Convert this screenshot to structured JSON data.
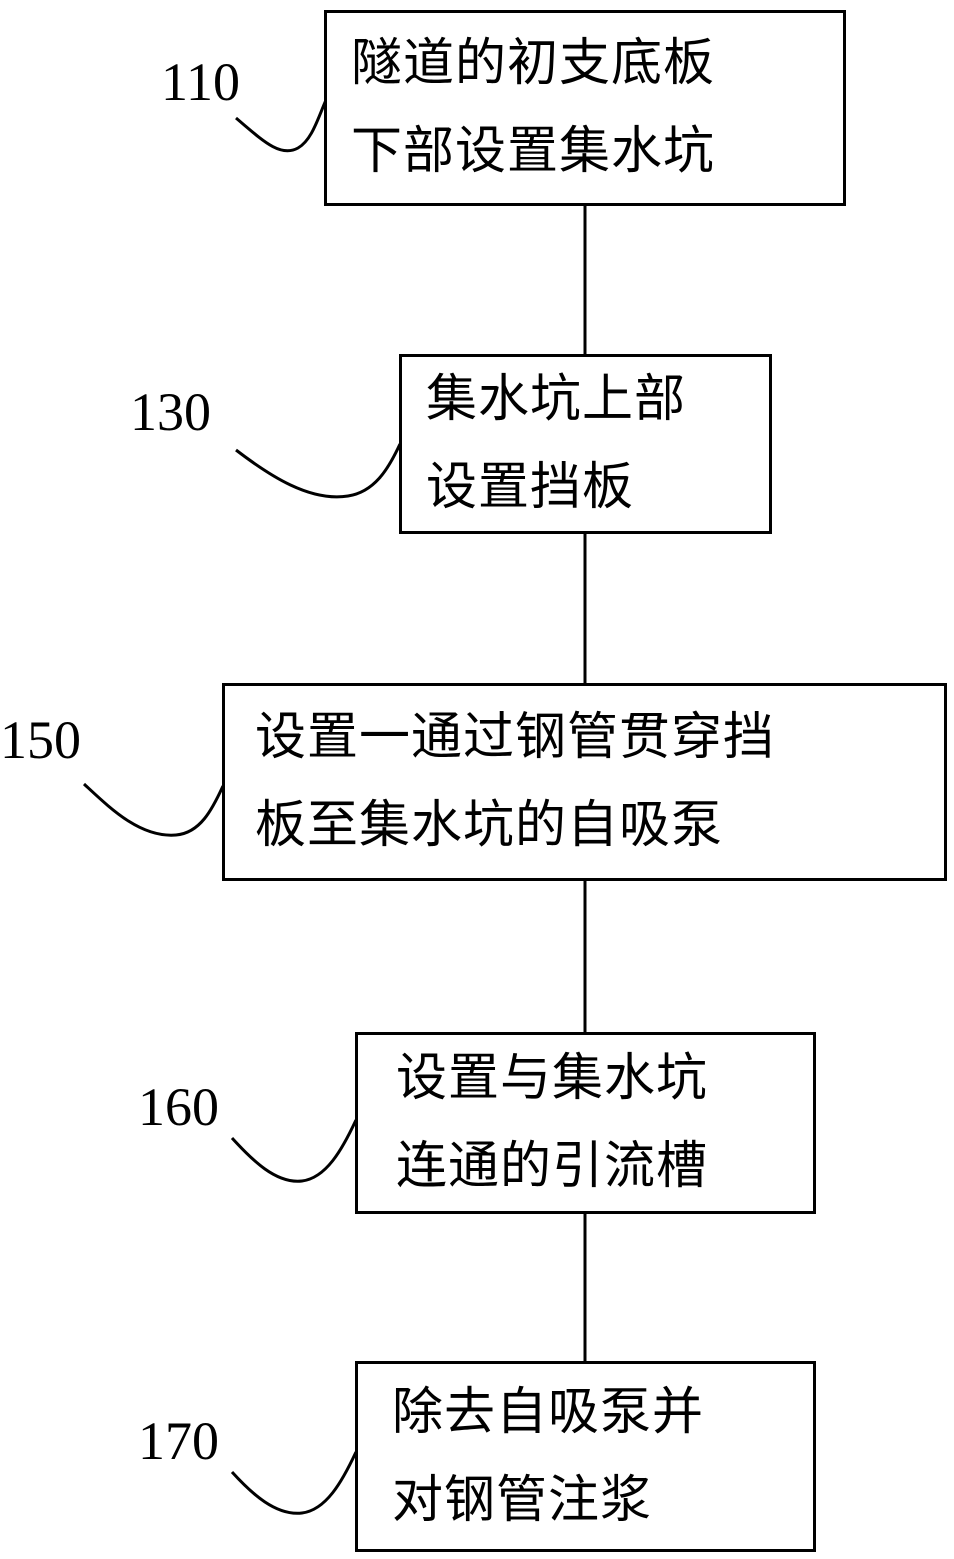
{
  "diagram": {
    "line_color": "#000000",
    "steps": [
      {
        "number": "110",
        "lines": [
          "隧道的初支底板",
          "下部设置集水坑"
        ]
      },
      {
        "number": "130",
        "lines": [
          "集水坑上部",
          "设置挡板"
        ]
      },
      {
        "number": "150",
        "lines": [
          "设置一通过钢管贯穿挡",
          "板至集水坑的自吸泵"
        ]
      },
      {
        "number": "160",
        "lines": [
          "设置与集水坑",
          "连通的引流槽"
        ]
      },
      {
        "number": "170",
        "lines": [
          "除去自吸泵并",
          "对钢管注浆"
        ]
      }
    ]
  }
}
